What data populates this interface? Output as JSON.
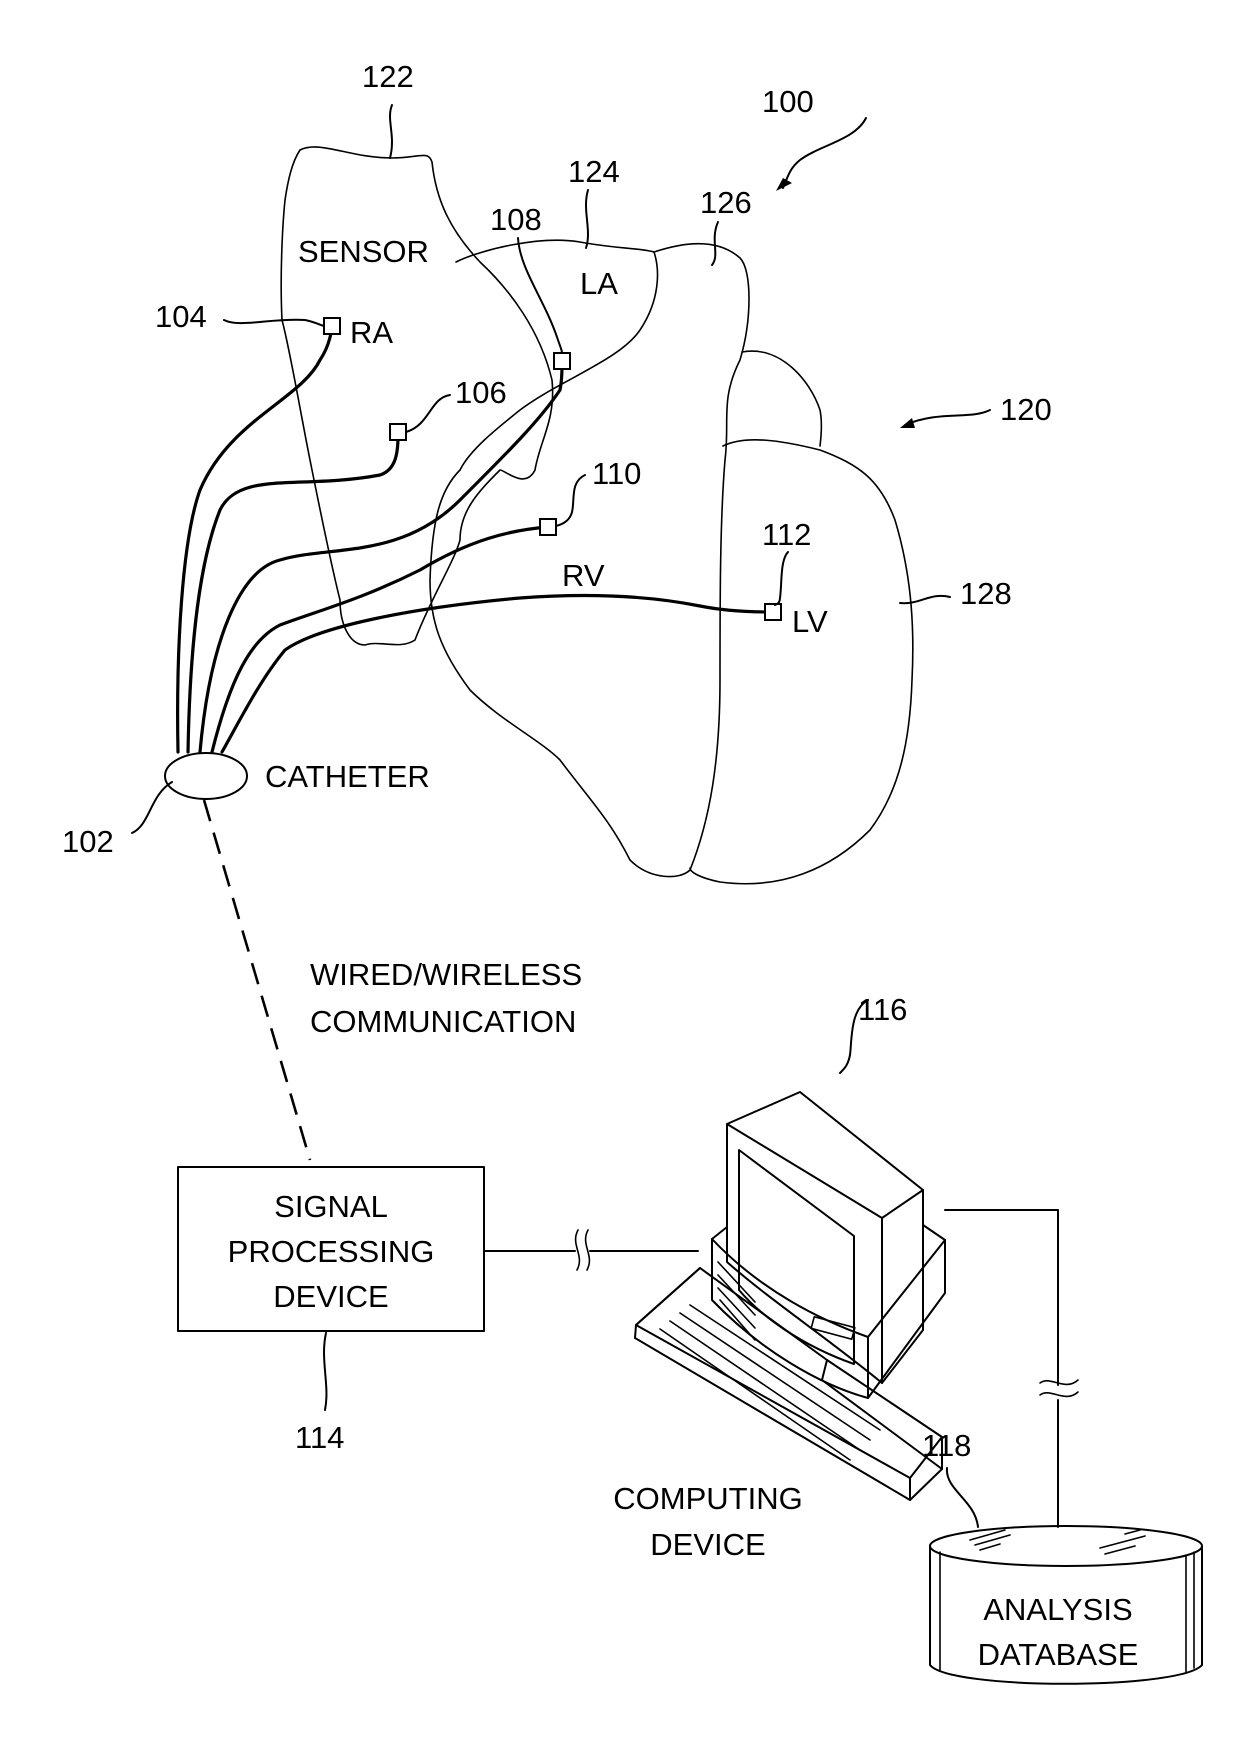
{
  "figure": {
    "reference": "100",
    "heart_reference": "120",
    "colors": {
      "line": "#000000",
      "background": "#ffffff"
    }
  },
  "heart": {
    "chambers": {
      "ra": {
        "label": "RA",
        "ref": "122"
      },
      "la": {
        "label": "LA",
        "ref": "124"
      },
      "rv": {
        "label": "RV",
        "ref": "126"
      },
      "lv": {
        "label": "LV",
        "ref": "128"
      }
    },
    "sensor_label": "SENSOR"
  },
  "sensors": [
    {
      "ref": "104"
    },
    {
      "ref": "106"
    },
    {
      "ref": "108"
    },
    {
      "ref": "110"
    },
    {
      "ref": "112"
    }
  ],
  "catheter": {
    "label": "CATHETER",
    "ref": "102"
  },
  "link": {
    "line1": "WIRED/WIRELESS",
    "line2": "COMMUNICATION"
  },
  "signal_processing": {
    "line1": "SIGNAL",
    "line2": "PROCESSING",
    "line3": "DEVICE",
    "ref": "114"
  },
  "computing": {
    "line1": "COMPUTING",
    "line2": "DEVICE",
    "ref": "116"
  },
  "database": {
    "line1": "ANALYSIS",
    "line2": "DATABASE",
    "ref": "118"
  }
}
